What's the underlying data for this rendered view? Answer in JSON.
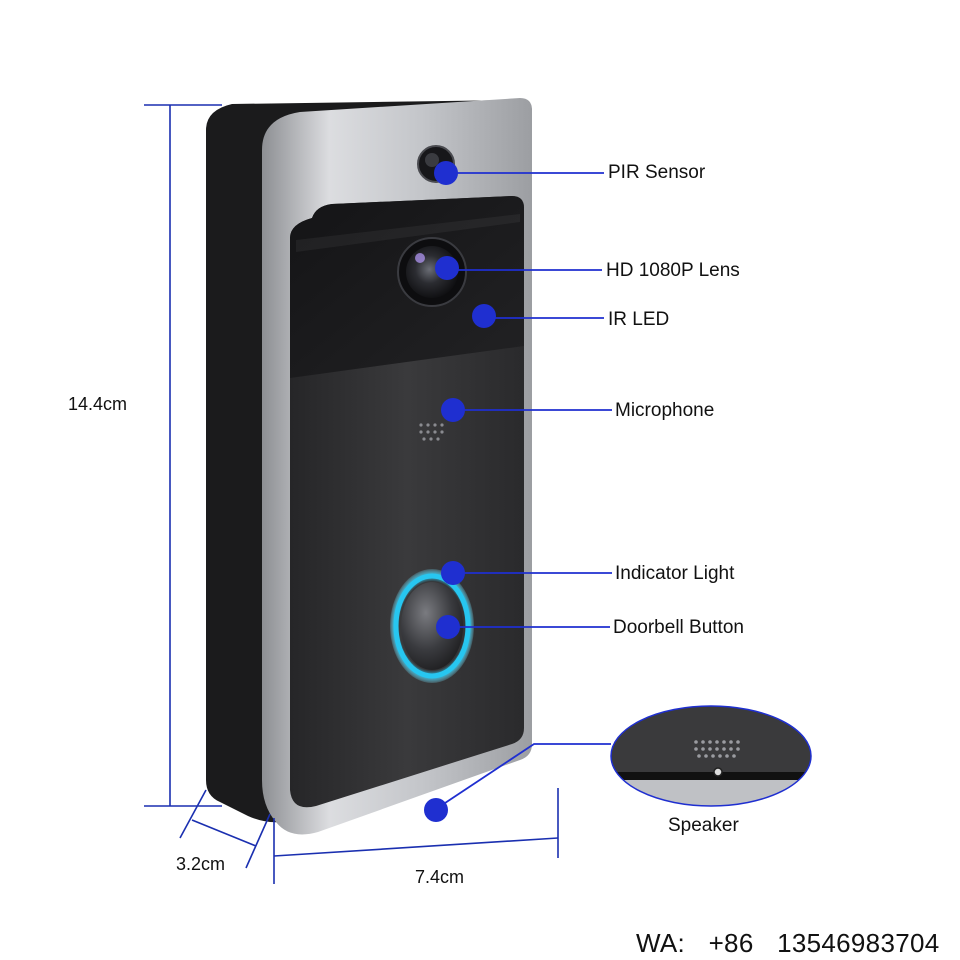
{
  "diagram": {
    "colors": {
      "callout_dot": "#1f2fd0",
      "callout_line": "#1f2fd0",
      "dimension_line": "#1a2fb0",
      "device_face": "#2f2f31",
      "device_frame": "#b9bbbf",
      "device_back": "#1b1b1c",
      "ring_light": "#27c6f0"
    },
    "callouts": [
      {
        "key": "pir",
        "label": "PIR Sensor"
      },
      {
        "key": "lens",
        "label": "HD 1080P Lens"
      },
      {
        "key": "ir",
        "label": "IR LED"
      },
      {
        "key": "mic",
        "label": "Microphone"
      },
      {
        "key": "indicator",
        "label": "Indicator Light"
      },
      {
        "key": "button",
        "label": "Doorbell Button"
      },
      {
        "key": "speaker",
        "label": "Speaker"
      }
    ],
    "dimensions": {
      "height": "14.4cm",
      "depth": "3.2cm",
      "width": "7.4cm"
    },
    "contact": {
      "prefix": "WA:",
      "country_code": "+86",
      "number": "13546983704"
    }
  }
}
